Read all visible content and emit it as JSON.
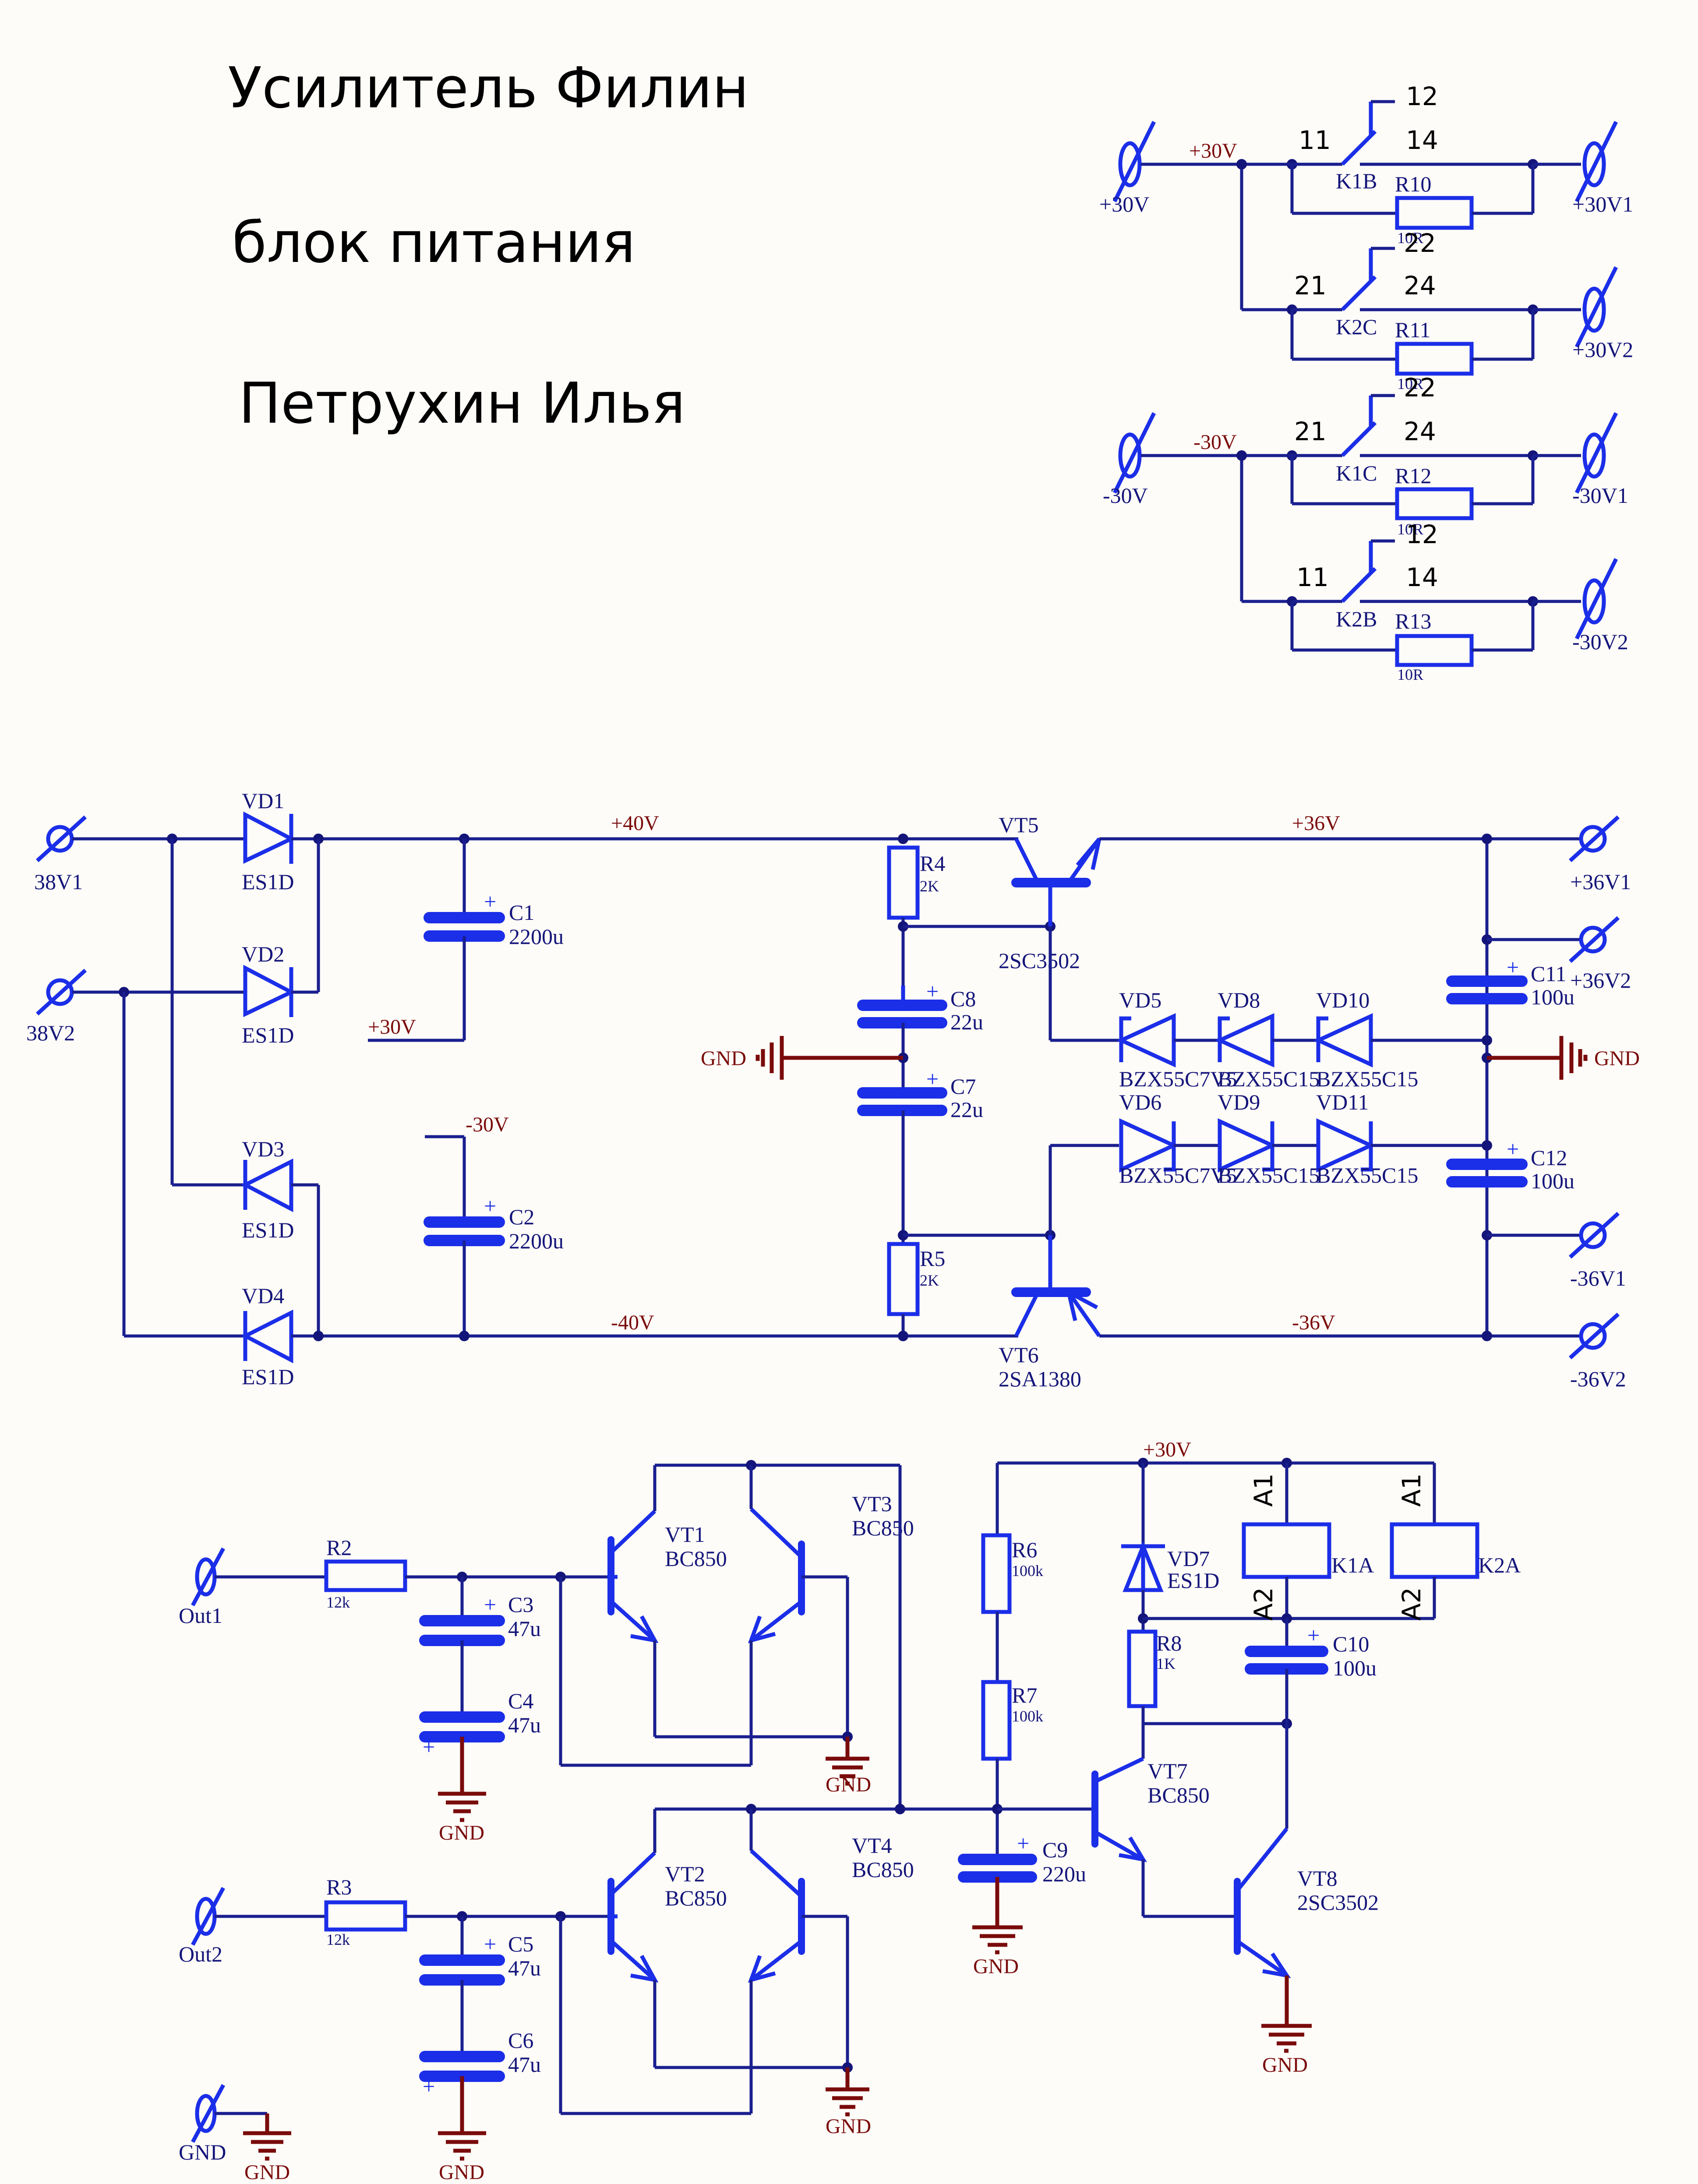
{
  "title": {
    "line1": "Усилитель Филин",
    "line2": "блок питания",
    "line3": "Петрухин Илья"
  },
  "colors": {
    "wire": "#1a1f8f",
    "symbol": "#1b2ee8",
    "net_label": "#7a0b0b",
    "background": "#fefcf8"
  },
  "relay_section": {
    "pos": {
      "in_label": "+30V",
      "net": "+30V",
      "contacts": [
        {
          "ref": "K1B",
          "pin_in": "11",
          "pin_nc": "12",
          "pin_no": "14",
          "res": "R10",
          "res_val": "10R",
          "out": "+30V1"
        },
        {
          "ref": "K2C",
          "pin_in": "21",
          "pin_nc": "22",
          "pin_no": "24",
          "res": "R11",
          "res_val": "10R",
          "out": "+30V2"
        }
      ]
    },
    "neg": {
      "in_label": "-30V",
      "net": "-30V",
      "contacts": [
        {
          "ref": "K1C",
          "pin_in": "21",
          "pin_nc": "22",
          "pin_no": "24",
          "res": "R12",
          "res_val": "10R",
          "out": "-30V1"
        },
        {
          "ref": "K2B",
          "pin_in": "11",
          "pin_nc": "12",
          "pin_no": "14",
          "res": "R13",
          "res_val": "10R",
          "out": "-30V2"
        }
      ]
    }
  },
  "psu": {
    "inputs": [
      "38V1",
      "38V2"
    ],
    "diodes": [
      {
        "ref": "VD1",
        "part": "ES1D"
      },
      {
        "ref": "VD2",
        "part": "ES1D"
      },
      {
        "ref": "VD3",
        "part": "ES1D"
      },
      {
        "ref": "VD4",
        "part": "ES1D"
      }
    ],
    "c1": {
      "ref": "C1",
      "val": "2200u"
    },
    "c2": {
      "ref": "C2",
      "val": "2200u"
    },
    "net_p30": "+30V",
    "net_m30": "-30V",
    "net_p40": "+40V",
    "net_m40": "-40V",
    "r4": {
      "ref": "R4",
      "val": "2K"
    },
    "r5": {
      "ref": "R5",
      "val": "2K"
    },
    "c8": {
      "ref": "C8",
      "val": "22u"
    },
    "c7": {
      "ref": "C7",
      "val": "22u"
    },
    "gnd": "GND",
    "vt5": {
      "ref": "VT5",
      "part": "2SC3502"
    },
    "vt6": {
      "ref": "VT6",
      "part": "2SA1380"
    },
    "zeners_top": [
      {
        "ref": "VD5",
        "part": "BZX55C7V5"
      },
      {
        "ref": "VD8",
        "part": "BZX55C15"
      },
      {
        "ref": "VD10",
        "part": "BZX55C15"
      }
    ],
    "zeners_bot": [
      {
        "ref": "VD6",
        "part": "BZX55C7V5"
      },
      {
        "ref": "VD9",
        "part": "BZX55C15"
      },
      {
        "ref": "VD11",
        "part": "BZX55C15"
      }
    ],
    "c11": {
      "ref": "C11",
      "val": "100u"
    },
    "c12": {
      "ref": "C12",
      "val": "100u"
    },
    "net_p36": "+36V",
    "net_m36": "-36V",
    "outputs": [
      "+36V1",
      "+36V2",
      "-36V1",
      "-36V2"
    ]
  },
  "protection": {
    "out1": "Out1",
    "out2": "Out2",
    "gnd_port": "GND",
    "r2": {
      "ref": "R2",
      "val": "12k"
    },
    "r3": {
      "ref": "R3",
      "val": "12k"
    },
    "c3": {
      "ref": "C3",
      "val": "47u"
    },
    "c4": {
      "ref": "C4",
      "val": "47u"
    },
    "c5": {
      "ref": "C5",
      "val": "47u"
    },
    "c6": {
      "ref": "C6",
      "val": "47u"
    },
    "vt1": {
      "ref": "VT1",
      "part": "BC850"
    },
    "vt2": {
      "ref": "VT2",
      "part": "BC850"
    },
    "vt3": {
      "ref": "VT3",
      "part": "BC850"
    },
    "vt4": {
      "ref": "VT4",
      "part": "BC850"
    },
    "r6": {
      "ref": "R6",
      "val": "100k"
    },
    "r7": {
      "ref": "R7",
      "val": "100k"
    },
    "r8": {
      "ref": "R8",
      "val": "1K"
    },
    "c9": {
      "ref": "C9",
      "val": "220u"
    },
    "c10": {
      "ref": "C10",
      "val": "100u"
    },
    "vd7": {
      "ref": "VD7",
      "part": "ES1D"
    },
    "vt7": {
      "ref": "VT7",
      "part": "BC850"
    },
    "vt8": {
      "ref": "VT8",
      "part": "2SC3502"
    },
    "net_p30": "+30V",
    "k1a": {
      "ref": "K1A",
      "pin1": "A1",
      "pin2": "A2"
    },
    "k2a": {
      "ref": "K2A",
      "pin1": "A1",
      "pin2": "A2"
    },
    "gnd": "GND"
  }
}
